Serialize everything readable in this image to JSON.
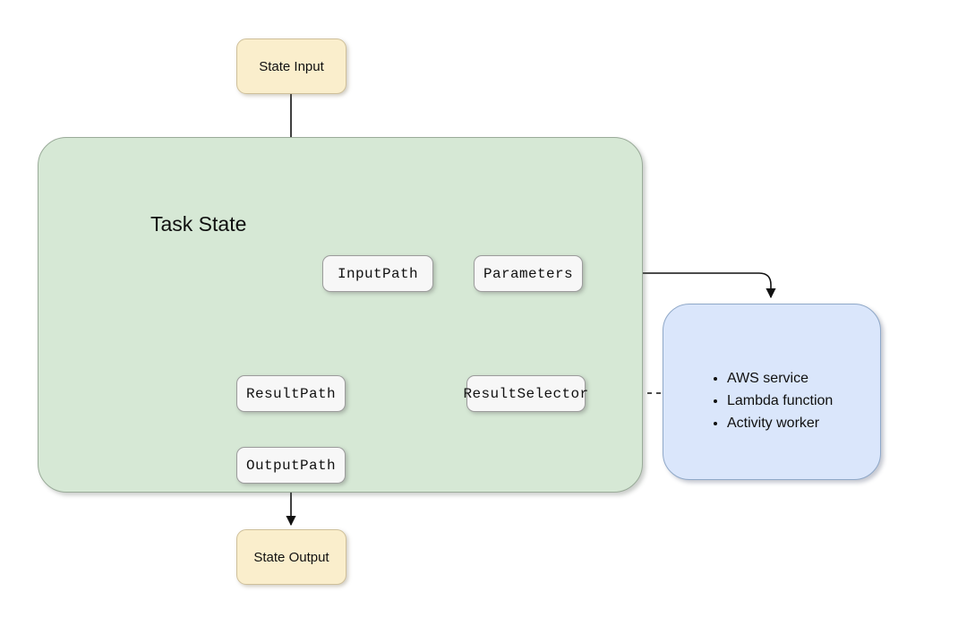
{
  "diagram": {
    "title": "AWS Step Functions Task State data flow",
    "colors": {
      "region_green_fill": "#d6e8d5",
      "region_green_stroke": "#9aab99",
      "region_blue_fill": "#dae6fb",
      "region_blue_stroke": "#8fa8c8",
      "terminal_fill": "#faeecc",
      "terminal_stroke": "#cfc09a",
      "field_fill": "#f7f7f7",
      "field_stroke": "#9c9c9c",
      "edge_stroke": "#111111",
      "background": "#ffffff"
    },
    "region": {
      "task_state_label": "Task State"
    },
    "terminals": {
      "state_input": "State Input",
      "state_output": "State Output"
    },
    "fields": {
      "input_path": "InputPath",
      "parameters": "Parameters",
      "result_selector": "ResultSelector",
      "result_path": "ResultPath",
      "output_path": "OutputPath"
    },
    "resource_box": {
      "items": [
        "AWS service",
        "Lambda function",
        "Activity worker"
      ]
    },
    "edges": [
      {
        "name": "state-input-to-inputpath",
        "from": "State Input",
        "to": "InputPath",
        "style": "solid",
        "arrow": true
      },
      {
        "name": "inputpath-to-parameters",
        "from": "InputPath",
        "to": "Parameters",
        "style": "solid",
        "arrow": true
      },
      {
        "name": "parameters-to-resource",
        "from": "Parameters",
        "to": "resource box",
        "style": "solid",
        "arrow": true
      },
      {
        "name": "raw-input-to-resultpath",
        "from": "State Input",
        "to": "ResultPath",
        "style": "dashed",
        "arrow": true
      },
      {
        "name": "resource-to-resultselector",
        "from": "resource box",
        "to": "ResultSelector",
        "style": "dashed",
        "arrow": true
      },
      {
        "name": "resultselector-to-resultpath",
        "from": "ResultSelector",
        "to": "ResultPath",
        "style": "solid",
        "arrow": true
      },
      {
        "name": "resultpath-to-outputpath",
        "from": "ResultPath",
        "to": "OutputPath",
        "style": "solid",
        "arrow": true
      },
      {
        "name": "outputpath-to-state-output",
        "from": "OutputPath",
        "to": "State Output",
        "style": "solid",
        "arrow": true
      }
    ]
  }
}
